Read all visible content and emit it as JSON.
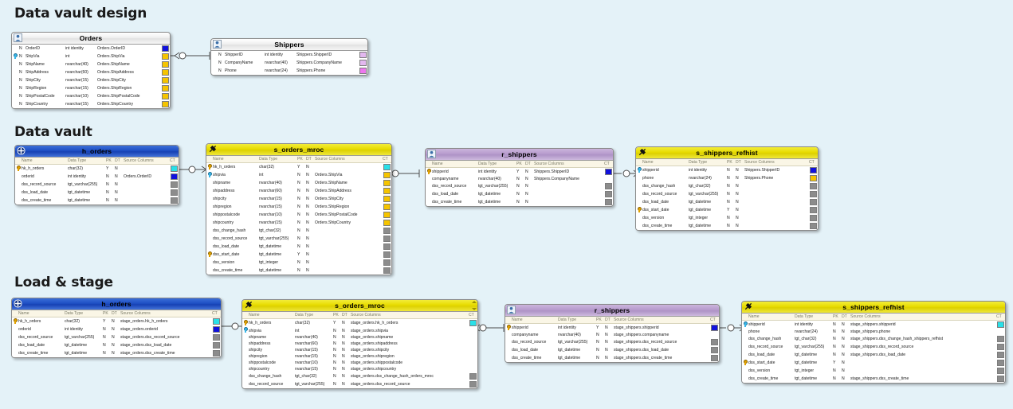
{
  "page": {
    "background": "#e4f2f8",
    "sections": [
      {
        "id": "design",
        "title": "Data vault design"
      },
      {
        "id": "vault",
        "title": "Data vault"
      },
      {
        "id": "stage",
        "title": "Load & stage"
      }
    ]
  },
  "colors": {
    "hub": "#1f4fc4",
    "satellite": "#e8dc00",
    "link": "#b79ccd",
    "source": "#e8e8e8",
    "ct_cyan": "#29e0e8",
    "ct_blue": "#1111dd",
    "ct_yellow": "#f5c400",
    "ct_gray": "#8c8c8c",
    "ct_violet": "#e3b8ef",
    "ct_magenta": "#ee77ee"
  },
  "grid_headers": {
    "name": "Name",
    "data_type": "Data Type",
    "pk": "PK",
    "dt": "DT",
    "source_columns": "Source Columns",
    "ct": "CT"
  },
  "tables": {
    "src_orders": {
      "title": "Orders",
      "icon": "source-entity-icon",
      "theme": "src",
      "has_header_row": false,
      "rows": [
        {
          "n": "N",
          "name": "OrderID",
          "type": "int identity",
          "source": "Orders.OrderID",
          "ct": "ct_blue",
          "key": ""
        },
        {
          "n": "N",
          "name": "ShipVia",
          "type": "int",
          "source": "Orders.ShipVia",
          "ct": "ct_yellow",
          "key": "blue"
        },
        {
          "n": "N",
          "name": "ShipName",
          "type": "nvarchar(40)",
          "source": "Orders.ShipName",
          "ct": "ct_yellow",
          "key": ""
        },
        {
          "n": "N",
          "name": "ShipAddress",
          "type": "nvarchar(60)",
          "source": "Orders.ShipAddress",
          "ct": "ct_yellow",
          "key": ""
        },
        {
          "n": "N",
          "name": "ShipCity",
          "type": "nvarchar(15)",
          "source": "Orders.ShipCity",
          "ct": "ct_yellow",
          "key": ""
        },
        {
          "n": "N",
          "name": "ShipRegion",
          "type": "nvarchar(15)",
          "source": "Orders.ShipRegion",
          "ct": "ct_yellow",
          "key": ""
        },
        {
          "n": "N",
          "name": "ShipPostalCode",
          "type": "nvarchar(10)",
          "source": "Orders.ShipPostalCode",
          "ct": "ct_yellow",
          "key": ""
        },
        {
          "n": "N",
          "name": "ShipCountry",
          "type": "nvarchar(15)",
          "source": "Orders.ShipCountry",
          "ct": "ct_yellow",
          "key": ""
        }
      ]
    },
    "src_shippers": {
      "title": "Shippers",
      "icon": "source-entity-icon",
      "theme": "src",
      "has_header_row": false,
      "rows": [
        {
          "n": "N",
          "name": "ShipperID",
          "type": "int identity",
          "source": "Shippers.ShipperID",
          "ct": "ct_violet",
          "key": ""
        },
        {
          "n": "N",
          "name": "CompanyName",
          "type": "nvarchar(40)",
          "source": "Shippers.CompanyName",
          "ct": "ct_violet",
          "key": ""
        },
        {
          "n": "N",
          "name": "Phone",
          "type": "nvarchar(24)",
          "source": "Shippers.Phone",
          "ct": "ct_magenta",
          "key": ""
        }
      ]
    },
    "dv_h_orders": {
      "title": "h_orders",
      "icon": "hub-icon",
      "theme": "hub",
      "rows": [
        {
          "name": "hk_h_orders",
          "type": "char(32)",
          "pk": "Y",
          "dt": "N",
          "source": "",
          "ct": "ct_cyan",
          "key": "gold"
        },
        {
          "name": "orderid",
          "type": "int identity",
          "pk": "N",
          "dt": "N",
          "source": "Orders.OrderID",
          "ct": "ct_blue",
          "key": ""
        },
        {
          "name": "dss_record_source",
          "type": "tgt_varchar(255)",
          "pk": "N",
          "dt": "N",
          "source": "",
          "ct": "ct_gray",
          "key": ""
        },
        {
          "name": "dss_load_date",
          "type": "tgt_datetime",
          "pk": "N",
          "dt": "N",
          "source": "",
          "ct": "ct_gray",
          "key": ""
        },
        {
          "name": "dss_create_time",
          "type": "tgt_datetime",
          "pk": "N",
          "dt": "N",
          "source": "",
          "ct": "ct_gray",
          "key": ""
        }
      ]
    },
    "dv_s_orders_mroc": {
      "title": "s_orders_mroc",
      "icon": "satellite-icon",
      "theme": "sat",
      "rows": [
        {
          "name": "hk_h_orders",
          "type": "char(32)",
          "pk": "Y",
          "dt": "N",
          "source": "",
          "ct": "ct_cyan",
          "key": "gold"
        },
        {
          "name": "shipvia",
          "type": "int",
          "pk": "N",
          "dt": "N",
          "source": "Orders.ShipVia",
          "ct": "ct_yellow",
          "key": "blue"
        },
        {
          "name": "shipname",
          "type": "nvarchar(40)",
          "pk": "N",
          "dt": "N",
          "source": "Orders.ShipName",
          "ct": "ct_yellow",
          "key": ""
        },
        {
          "name": "shipaddress",
          "type": "nvarchar(60)",
          "pk": "N",
          "dt": "N",
          "source": "Orders.ShipAddress",
          "ct": "ct_yellow",
          "key": ""
        },
        {
          "name": "shipcity",
          "type": "nvarchar(15)",
          "pk": "N",
          "dt": "N",
          "source": "Orders.ShipCity",
          "ct": "ct_yellow",
          "key": ""
        },
        {
          "name": "shipregion",
          "type": "nvarchar(15)",
          "pk": "N",
          "dt": "N",
          "source": "Orders.ShipRegion",
          "ct": "ct_yellow",
          "key": ""
        },
        {
          "name": "shippostalcode",
          "type": "nvarchar(10)",
          "pk": "N",
          "dt": "N",
          "source": "Orders.ShipPostalCode",
          "ct": "ct_yellow",
          "key": ""
        },
        {
          "name": "shipcountry",
          "type": "nvarchar(15)",
          "pk": "N",
          "dt": "N",
          "source": "Orders.ShipCountry",
          "ct": "ct_yellow",
          "key": ""
        },
        {
          "name": "dss_change_hash",
          "type": "tgt_char(32)",
          "pk": "N",
          "dt": "N",
          "source": "",
          "ct": "ct_gray",
          "key": ""
        },
        {
          "name": "dss_record_source",
          "type": "tgt_varchar(255)",
          "pk": "N",
          "dt": "N",
          "source": "",
          "ct": "ct_gray",
          "key": ""
        },
        {
          "name": "dss_load_date",
          "type": "tgt_datetime",
          "pk": "N",
          "dt": "N",
          "source": "",
          "ct": "ct_gray",
          "key": ""
        },
        {
          "name": "dss_start_date",
          "type": "tgt_datetime",
          "pk": "Y",
          "dt": "N",
          "source": "",
          "ct": "ct_gray",
          "key": "gold"
        },
        {
          "name": "dss_version",
          "type": "tgt_integer",
          "pk": "N",
          "dt": "N",
          "source": "",
          "ct": "ct_gray",
          "key": ""
        },
        {
          "name": "dss_create_time",
          "type": "tgt_datetime",
          "pk": "N",
          "dt": "N",
          "source": "",
          "ct": "ct_gray",
          "key": ""
        }
      ]
    },
    "dv_r_shippers": {
      "title": "r_shippers",
      "icon": "link-icon",
      "theme": "link",
      "rows": [
        {
          "name": "shipperid",
          "type": "int identity",
          "pk": "Y",
          "dt": "N",
          "source": "Shippers.ShipperID",
          "ct": "ct_blue",
          "key": "gold"
        },
        {
          "name": "companyname",
          "type": "nvarchar(40)",
          "pk": "N",
          "dt": "N",
          "source": "Shippers.CompanyName",
          "ct": "",
          "key": ""
        },
        {
          "name": "dss_record_source",
          "type": "tgt_varchar(255)",
          "pk": "N",
          "dt": "N",
          "source": "",
          "ct": "ct_gray",
          "key": ""
        },
        {
          "name": "dss_load_date",
          "type": "tgt_datetime",
          "pk": "N",
          "dt": "N",
          "source": "",
          "ct": "ct_gray",
          "key": ""
        },
        {
          "name": "dss_create_time",
          "type": "tgt_datetime",
          "pk": "N",
          "dt": "N",
          "source": "",
          "ct": "ct_gray",
          "key": ""
        }
      ]
    },
    "dv_s_shippers_refhist": {
      "title": "s_shippers_refhist",
      "icon": "satellite-icon",
      "theme": "sat",
      "rows": [
        {
          "name": "shipperid",
          "type": "int identity",
          "pk": "N",
          "dt": "N",
          "source": "Shippers.ShipperID",
          "ct": "ct_blue",
          "key": "blue"
        },
        {
          "name": "phone",
          "type": "nvarchar(24)",
          "pk": "N",
          "dt": "N",
          "source": "Shippers.Phone",
          "ct": "ct_yellow",
          "key": ""
        },
        {
          "name": "dss_change_hash",
          "type": "tgt_char(32)",
          "pk": "N",
          "dt": "N",
          "source": "",
          "ct": "ct_gray",
          "key": ""
        },
        {
          "name": "dss_record_source",
          "type": "tgt_varchar(255)",
          "pk": "N",
          "dt": "N",
          "source": "",
          "ct": "ct_gray",
          "key": ""
        },
        {
          "name": "dss_load_date",
          "type": "tgt_datetime",
          "pk": "N",
          "dt": "N",
          "source": "",
          "ct": "ct_gray",
          "key": ""
        },
        {
          "name": "dss_start_date",
          "type": "tgt_datetime",
          "pk": "Y",
          "dt": "N",
          "source": "",
          "ct": "ct_gray",
          "key": "gold"
        },
        {
          "name": "dss_version",
          "type": "tgt_integer",
          "pk": "N",
          "dt": "N",
          "source": "",
          "ct": "ct_gray",
          "key": ""
        },
        {
          "name": "dss_create_time",
          "type": "tgt_datetime",
          "pk": "N",
          "dt": "N",
          "source": "",
          "ct": "ct_gray",
          "key": ""
        }
      ]
    },
    "st_h_orders": {
      "title": "h_orders",
      "icon": "hub-icon",
      "theme": "hub",
      "rows": [
        {
          "name": "hk_h_orders",
          "type": "char(32)",
          "pk": "Y",
          "dt": "N",
          "source": "stage_orders.hk_h_orders",
          "ct": "ct_cyan",
          "key": "gold"
        },
        {
          "name": "orderid",
          "type": "int identity",
          "pk": "N",
          "dt": "N",
          "source": "stage_orders.orderid",
          "ct": "ct_blue",
          "key": ""
        },
        {
          "name": "dss_record_source",
          "type": "tgt_varchar(255)",
          "pk": "N",
          "dt": "N",
          "source": "stage_orders.dss_record_source",
          "ct": "ct_gray",
          "key": ""
        },
        {
          "name": "dss_load_date",
          "type": "tgt_datetime",
          "pk": "N",
          "dt": "N",
          "source": "stage_orders.dss_load_date",
          "ct": "ct_gray",
          "key": ""
        },
        {
          "name": "dss_create_time",
          "type": "tgt_datetime",
          "pk": "N",
          "dt": "N",
          "source": "stage_orders.dss_create_time",
          "ct": "ct_gray",
          "key": ""
        }
      ]
    },
    "st_s_orders_mroc": {
      "title": "s_orders_mroc",
      "icon": "satellite-icon",
      "theme": "sat",
      "scrollable": true,
      "rows": [
        {
          "name": "hk_h_orders",
          "type": "char(32)",
          "pk": "Y",
          "dt": "N",
          "source": "stage_orders.hk_h_orders",
          "ct": "ct_cyan",
          "key": "gold"
        },
        {
          "name": "shipvia",
          "type": "int",
          "pk": "N",
          "dt": "N",
          "source": "stage_orders.shipvia",
          "ct": "",
          "key": "blue"
        },
        {
          "name": "shipname",
          "type": "nvarchar(40)",
          "pk": "N",
          "dt": "N",
          "source": "stage_orders.shipname",
          "ct": "",
          "key": ""
        },
        {
          "name": "shipaddress",
          "type": "nvarchar(60)",
          "pk": "N",
          "dt": "N",
          "source": "stage_orders.shipaddress",
          "ct": "",
          "key": ""
        },
        {
          "name": "shipcity",
          "type": "nvarchar(15)",
          "pk": "N",
          "dt": "N",
          "source": "stage_orders.shipcity",
          "ct": "",
          "key": ""
        },
        {
          "name": "shipregion",
          "type": "nvarchar(15)",
          "pk": "N",
          "dt": "N",
          "source": "stage_orders.shipregion",
          "ct": "",
          "key": ""
        },
        {
          "name": "shippostalcode",
          "type": "nvarchar(10)",
          "pk": "N",
          "dt": "N",
          "source": "stage_orders.shippostalcode",
          "ct": "",
          "key": ""
        },
        {
          "name": "shipcountry",
          "type": "nvarchar(15)",
          "pk": "N",
          "dt": "N",
          "source": "stage_orders.shipcountry",
          "ct": "",
          "key": ""
        },
        {
          "name": "dss_change_hash",
          "type": "tgt_char(32)",
          "pk": "N",
          "dt": "N",
          "source": "stage_orders.dss_change_hash_orders_mroc",
          "ct": "ct_gray",
          "key": ""
        },
        {
          "name": "dss_record_source",
          "type": "tgt_varchar(255)",
          "pk": "N",
          "dt": "N",
          "source": "stage_orders.dss_record_source",
          "ct": "ct_gray",
          "key": ""
        }
      ]
    },
    "st_r_shippers": {
      "title": "r_shippers",
      "icon": "link-icon",
      "theme": "link",
      "rows": [
        {
          "name": "shipperid",
          "type": "int identity",
          "pk": "Y",
          "dt": "N",
          "source": "stage_shippers.shipperid",
          "ct": "ct_blue",
          "key": "gold"
        },
        {
          "name": "companyname",
          "type": "nvarchar(40)",
          "pk": "N",
          "dt": "N",
          "source": "stage_shippers.companyname",
          "ct": "",
          "key": ""
        },
        {
          "name": "dss_record_source",
          "type": "tgt_varchar(255)",
          "pk": "N",
          "dt": "N",
          "source": "stage_shippers.dss_record_source",
          "ct": "ct_gray",
          "key": ""
        },
        {
          "name": "dss_load_date",
          "type": "tgt_datetime",
          "pk": "N",
          "dt": "N",
          "source": "stage_shippers.dss_load_date",
          "ct": "ct_gray",
          "key": ""
        },
        {
          "name": "dss_create_time",
          "type": "tgt_datetime",
          "pk": "N",
          "dt": "N",
          "source": "stage_shippers.dss_create_time",
          "ct": "ct_gray",
          "key": ""
        }
      ]
    },
    "st_s_shippers_refhist": {
      "title": "s_shippers_refhist",
      "icon": "satellite-icon",
      "theme": "sat",
      "rows": [
        {
          "name": "shipperid",
          "type": "int identity",
          "pk": "N",
          "dt": "N",
          "source": "stage_shippers.shipperid",
          "ct": "ct_cyan",
          "key": "blue"
        },
        {
          "name": "phone",
          "type": "nvarchar(24)",
          "pk": "N",
          "dt": "N",
          "source": "stage_shippers.phone",
          "ct": "",
          "key": ""
        },
        {
          "name": "dss_change_hash",
          "type": "tgt_char(32)",
          "pk": "N",
          "dt": "N",
          "source": "stage_shippers.dss_change_hash_shippers_refhist",
          "ct": "ct_gray",
          "key": ""
        },
        {
          "name": "dss_record_source",
          "type": "tgt_varchar(255)",
          "pk": "N",
          "dt": "N",
          "source": "stage_shippers.dss_record_source",
          "ct": "ct_gray",
          "key": ""
        },
        {
          "name": "dss_load_date",
          "type": "tgt_datetime",
          "pk": "N",
          "dt": "N",
          "source": "stage_shippers.dss_load_date",
          "ct": "ct_gray",
          "key": ""
        },
        {
          "name": "dss_start_date",
          "type": "tgt_datetime",
          "pk": "Y",
          "dt": "N",
          "source": "",
          "ct": "ct_gray",
          "key": "gold"
        },
        {
          "name": "dss_version",
          "type": "tgt_integer",
          "pk": "N",
          "dt": "N",
          "source": "",
          "ct": "ct_gray",
          "key": ""
        },
        {
          "name": "dss_create_time",
          "type": "tgt_datetime",
          "pk": "N",
          "dt": "N",
          "source": "stage_shippers.dss_create_time",
          "ct": "ct_gray",
          "key": ""
        }
      ]
    }
  }
}
